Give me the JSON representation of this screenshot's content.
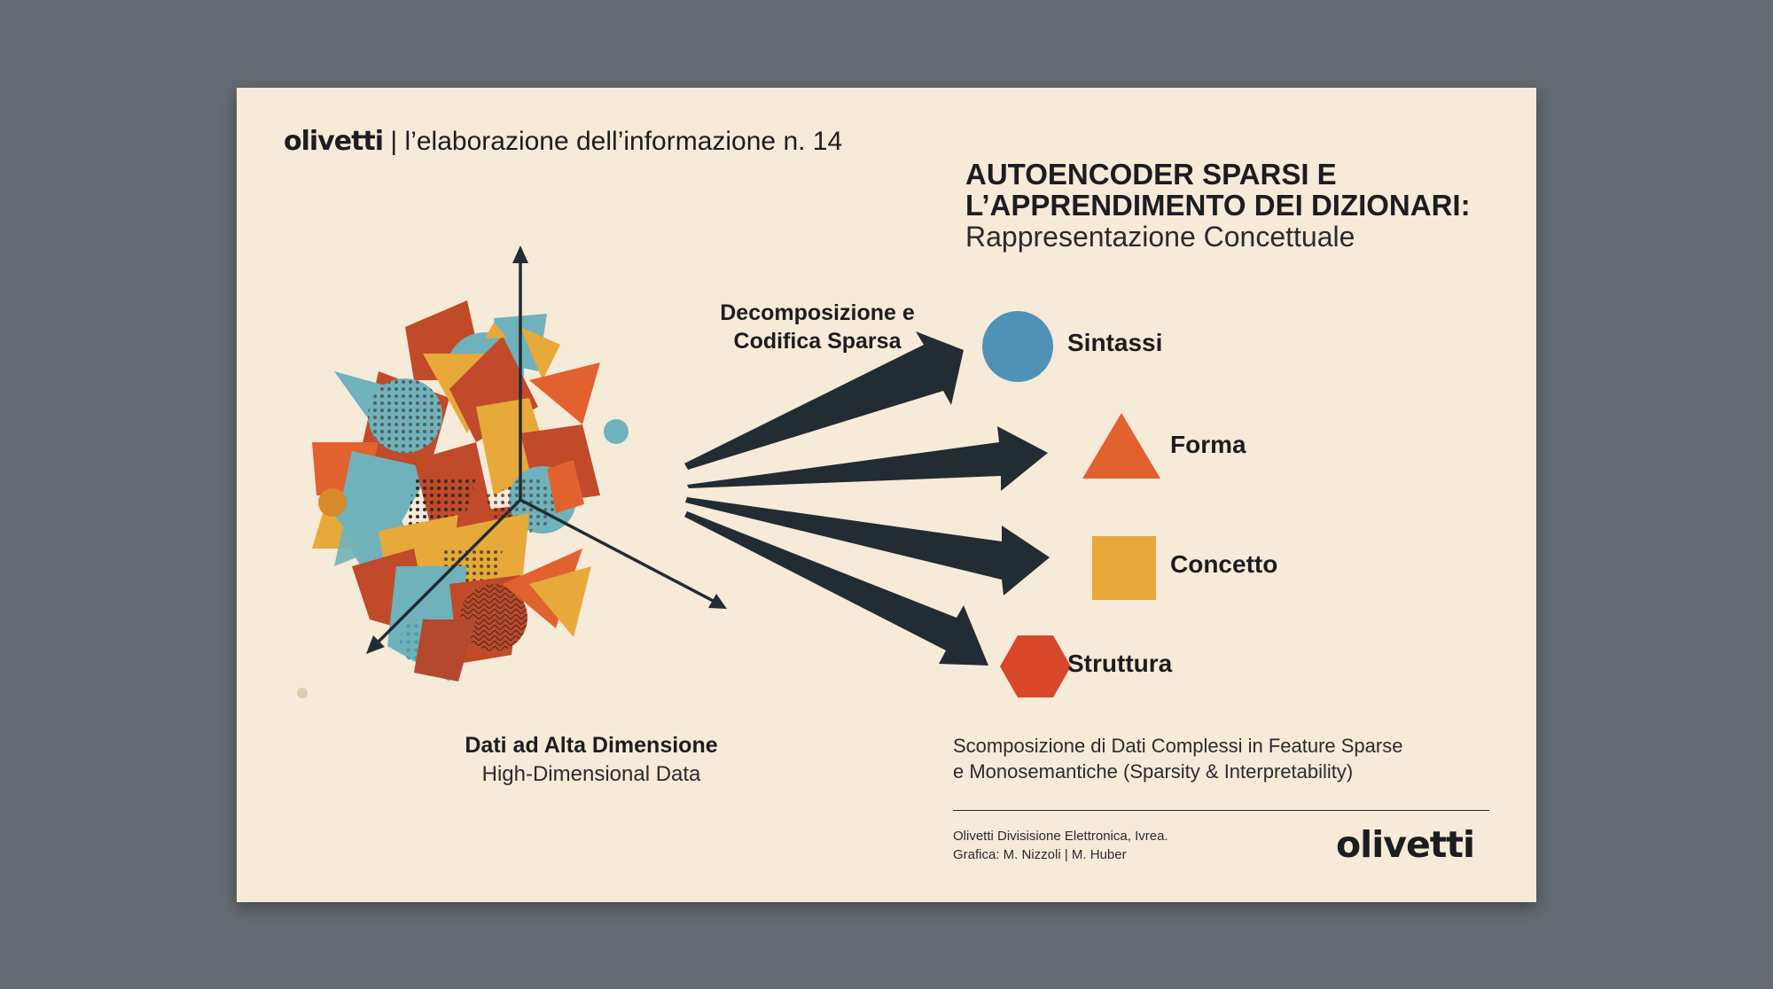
{
  "header": {
    "brand": "olivetti",
    "separator": "|",
    "series": "l’elaborazione dell’informazione n. 14"
  },
  "title": {
    "line1": "AUTOENCODER SPARSI E",
    "line2": "L’APPRENDIMENTO DEI DIZIONARI:",
    "subtitle": "Rappresentazione Concettuale"
  },
  "arrow_label": {
    "line1": "Decomposizione e",
    "line2": "Codifica Sparsa"
  },
  "features": [
    {
      "label": "Sintassi",
      "icon": "circle-icon",
      "color": "#5092b7"
    },
    {
      "label": "Forma",
      "icon": "triangle-icon",
      "color": "#e2622f"
    },
    {
      "label": "Concetto",
      "icon": "square-icon",
      "color": "#e6a93a"
    },
    {
      "label": "Struttura",
      "icon": "hexagon-icon",
      "color": "#d9472a"
    }
  ],
  "left_caption": {
    "bold": "Dati ad Alta Dimensione",
    "normal": "High-Dimensional Data"
  },
  "description": {
    "line1": "Scomposizione di Dati Complessi in Feature Sparse",
    "line2": "e Monosemantiche (Sparsity & Interpretability)"
  },
  "credits": {
    "line1": "Olivetti Divisisione Elettronica, Ivrea.",
    "line2": "Grafica: M. Nizzoli | M. Huber"
  },
  "footer_brand": "olivetti",
  "colors": {
    "background": "#656b72",
    "paper": "#f6ead8",
    "ink": "#1c1d21",
    "arrow": "#232b33",
    "teal": "#6fb2bb",
    "orange": "#e2622f",
    "mustard": "#e6a93a",
    "rust": "#c04a2a",
    "blue": "#5092b7"
  }
}
